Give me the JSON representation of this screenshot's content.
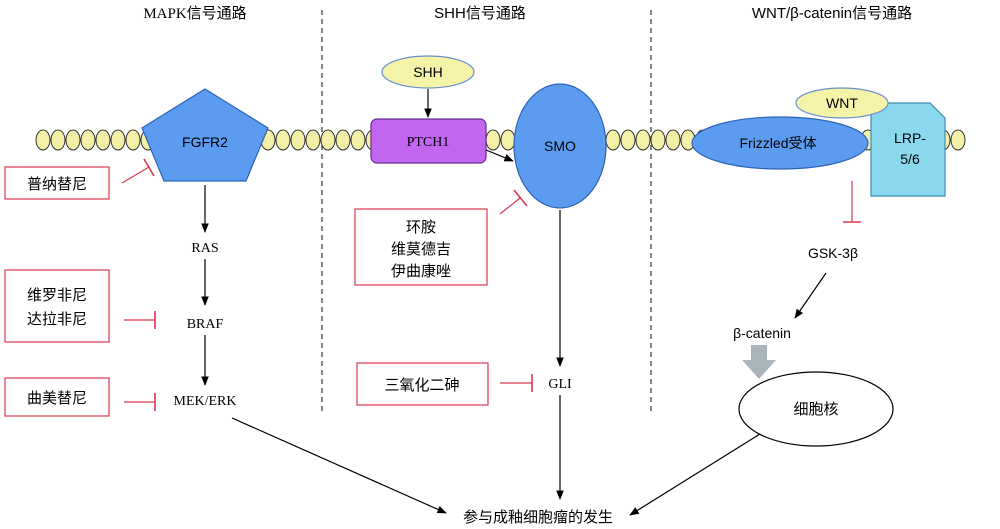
{
  "headers": {
    "mapk": "MAPK信号通路",
    "shh": "SHH信号通路",
    "wnt": "WNT/β-catenin信号通路"
  },
  "mapk": {
    "receptor": "FGFR2",
    "ras": "RAS",
    "braf": "BRAF",
    "mek_erk": "MEK/ERK",
    "inhibitor_ponatinib": "普纳替尼",
    "inhibitor_braf_line1": "维罗非尼",
    "inhibitor_braf_line2": "达拉非尼",
    "inhibitor_trametinib": "曲美替尼"
  },
  "shh": {
    "ligand": "SHH",
    "receptor": "PTCH1",
    "smo": "SMO",
    "gli": "GLI",
    "inhibitor_smo_line1": "环胺",
    "inhibitor_smo_line2": "维莫德吉",
    "inhibitor_smo_line3": "伊曲康唑",
    "inhibitor_gli": "三氧化二砷"
  },
  "wnt": {
    "ligand": "WNT",
    "frizzled": "Frizzled受体",
    "lrp_line1": "LRP-",
    "lrp_line2": "5/6",
    "gsk": "GSK-3β",
    "catenin": "β-catenin",
    "nucleus": "细胞核"
  },
  "outcome": "参与成釉细胞瘤的发生",
  "colors": {
    "membrane_bead": "#f5f0a8",
    "receptor_blue": "#5b9bf0",
    "ptch1_purple": "#c266f2",
    "ligand_yellow": "#f4f3a8",
    "lrp_cyan": "#8ad8ee",
    "inhibitor_red": "#d9394e",
    "arrow_gray": "#a9b4bb"
  }
}
